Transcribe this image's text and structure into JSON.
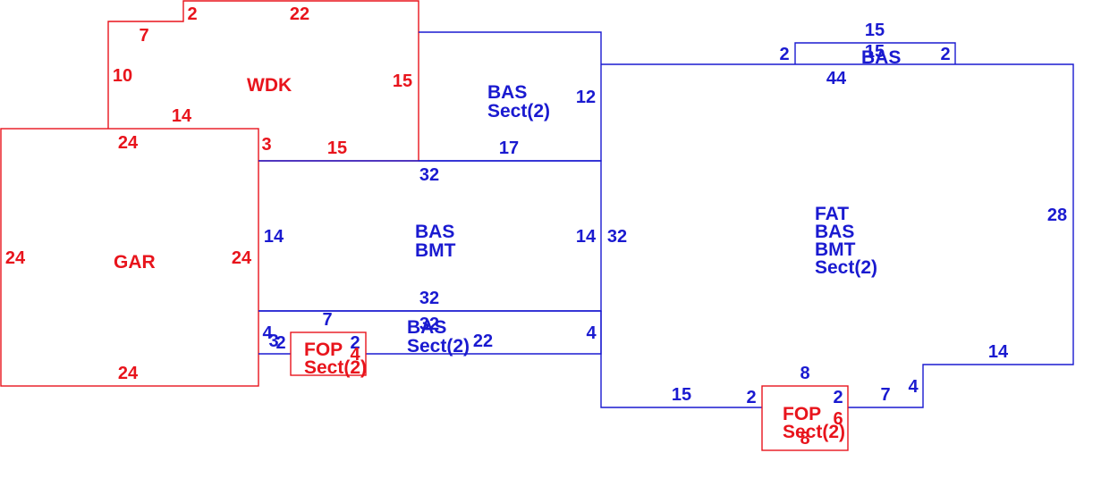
{
  "colors": {
    "red": "#e8141c",
    "blue": "#1a1ad0",
    "background": "#ffffff"
  },
  "areas": {
    "wdk": [
      "WDK"
    ],
    "gar": [
      "GAR"
    ],
    "bas_upper": [
      "BAS",
      "Sect(2)"
    ],
    "bas_bmt": [
      "BAS",
      "BMT"
    ],
    "bas_lower": [
      "BAS",
      "Sect(2)"
    ],
    "fop_left": [
      "FOP",
      "Sect(2)"
    ],
    "main": [
      "FAT",
      "BAS",
      "BMT",
      "Sect(2)"
    ],
    "fop_right": [
      "FOP",
      "Sect(2)"
    ],
    "bas_top": [
      "BAS"
    ]
  },
  "dimensions": {
    "wdk": [
      "2",
      "22",
      "7",
      "10",
      "15",
      "14",
      "15",
      "3"
    ],
    "gar": [
      "24",
      "24",
      "24",
      "24"
    ],
    "bas_upper": [
      "12",
      "17"
    ],
    "bas_bmt": [
      "32",
      "14",
      "14",
      "32"
    ],
    "bas_lower": [
      "7",
      "32",
      "4",
      "4",
      "3",
      "2",
      "22"
    ],
    "fop_left": [
      "2",
      "4"
    ],
    "main": [
      "15",
      "2",
      "2",
      "44",
      "15",
      "32",
      "28",
      "14",
      "4",
      "7",
      "2",
      "15"
    ],
    "fop_right": [
      "8",
      "2",
      "6",
      "8"
    ]
  }
}
